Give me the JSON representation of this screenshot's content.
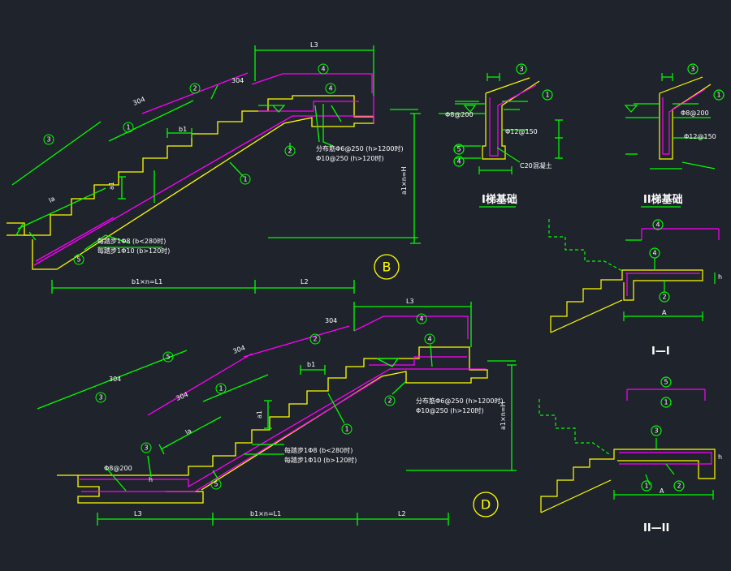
{
  "colors": {
    "background": "#1f232b",
    "dimension": "#00ff00",
    "concrete": "#ffff00",
    "rebar": "#ff00ff",
    "text": "#ffffff"
  },
  "markers": [
    "1",
    "2",
    "3",
    "4",
    "5"
  ],
  "dims": {
    "b1": "b1",
    "a1": "a1",
    "L1": "L1",
    "L2": "L2",
    "L3": "L3",
    "n_b1": "b1×n=L1",
    "n_a1": "a1×n=H",
    "lsn": "304",
    "lsa": "la",
    "h": "h",
    "A": "A",
    "B": "B"
  },
  "notes": {
    "dist_a": "分布筋Φ6@250 (h>1200时)",
    "dist_b": "Φ10@250 (h>120时)",
    "stair_a": "每踏步1Φ8 (b<280时)",
    "stair_b": "每踏步1Φ10 (b>120时)",
    "bar_150": "Φ12@150",
    "bar_200": "Φ8@200",
    "mat": "C20混凝土"
  },
  "labels": {
    "detail_I": "I梯基础",
    "detail_II": "II梯基础",
    "sec_I": "I—I",
    "sec_II": "II—II",
    "big_B": "B",
    "big_D": "D"
  }
}
